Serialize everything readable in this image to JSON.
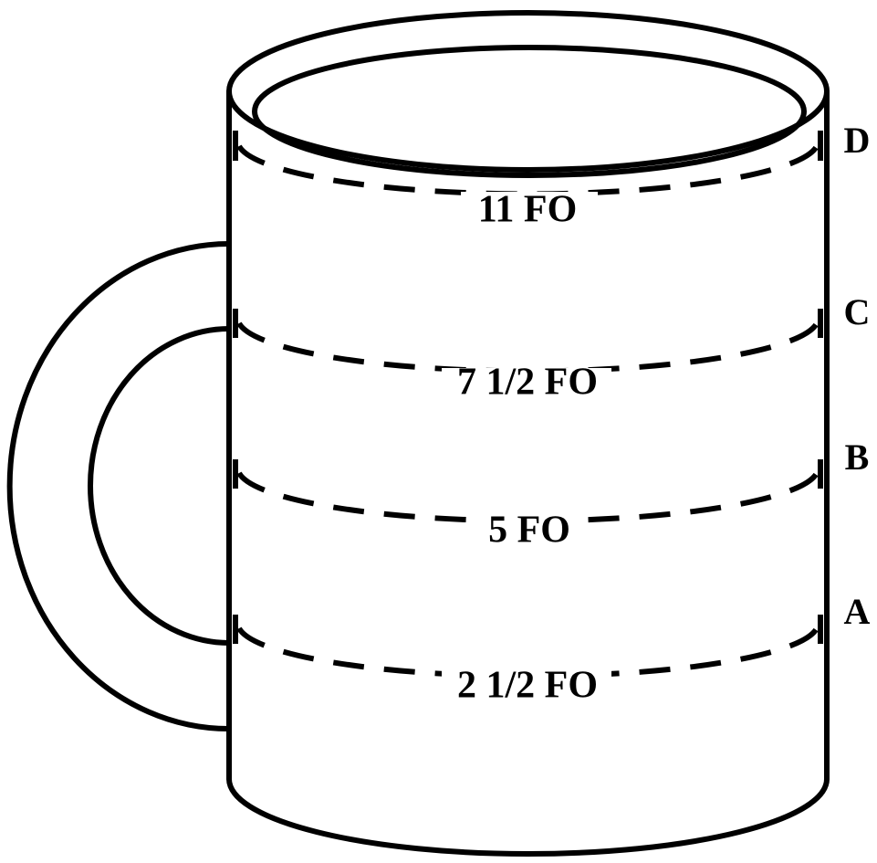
{
  "levels": [
    {
      "letter": "A",
      "volume": "2 1/2 FO"
    },
    {
      "letter": "B",
      "volume": "5 FO"
    },
    {
      "letter": "C",
      "volume": "7 1/2 FO"
    },
    {
      "letter": "D",
      "volume": "11 FO"
    }
  ],
  "colors": {
    "stroke": "#000000",
    "background": "#ffffff"
  }
}
